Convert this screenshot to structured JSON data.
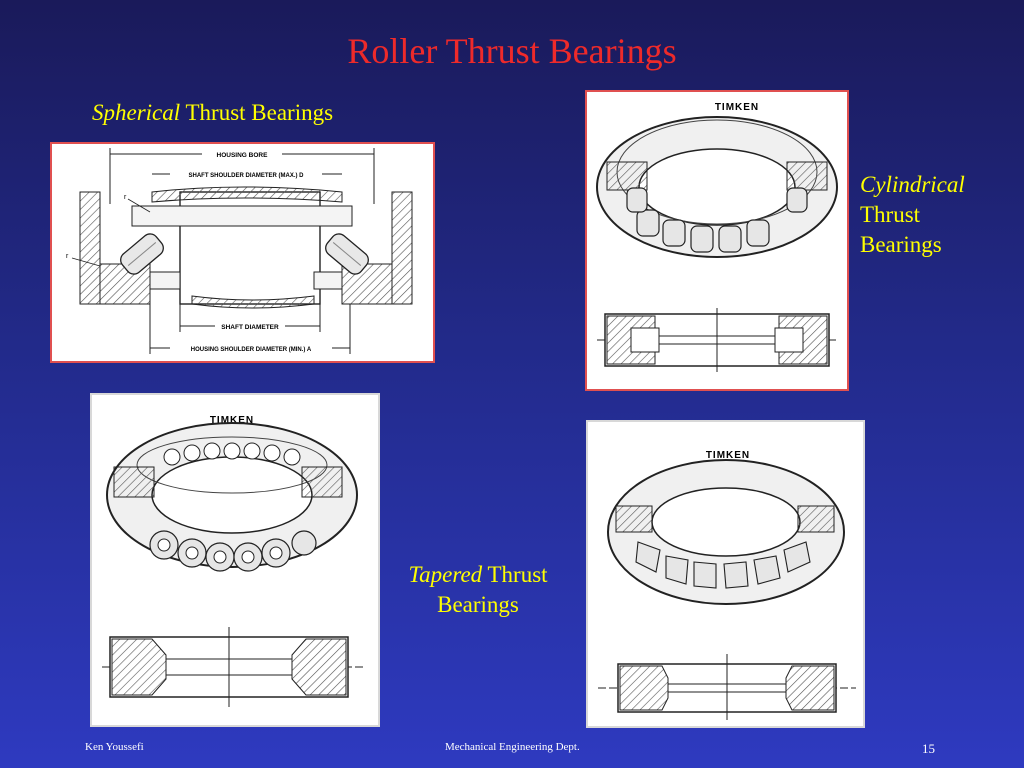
{
  "slide": {
    "title": "Roller Thrust Bearings",
    "spherical": {
      "italic": "Spherical",
      "rest": " Thrust Bearings"
    },
    "cylindrical": {
      "italic": "Cylindrical",
      "line2": "Thrust",
      "line3": "Bearings"
    },
    "tapered": {
      "italic": "Tapered",
      "rest": " Thrust",
      "line2": "Bearings"
    }
  },
  "diagram_labels": {
    "housing_bore": "HOUSING BORE",
    "shaft_shoulder": "SHAFT SHOULDER DIAMETER (MAX.) D",
    "shaft_diameter": "SHAFT DIAMETER",
    "housing_shoulder": "HOUSING SHOULDER DIAMETER (MIN.) A",
    "r1": "r",
    "r2": "r"
  },
  "brand": {
    "timken_1": "TIMKEN",
    "timken_2": "TIMKEN",
    "timken_3": "TIMKEN"
  },
  "footer": {
    "author": "Ken Youssefi",
    "dept": "Mechanical Engineering Dept.",
    "page": "15"
  },
  "colors": {
    "title": "#ee2a2a",
    "caption": "#ffff00",
    "footer": "#ffffff",
    "panel_border": "#e05050"
  }
}
